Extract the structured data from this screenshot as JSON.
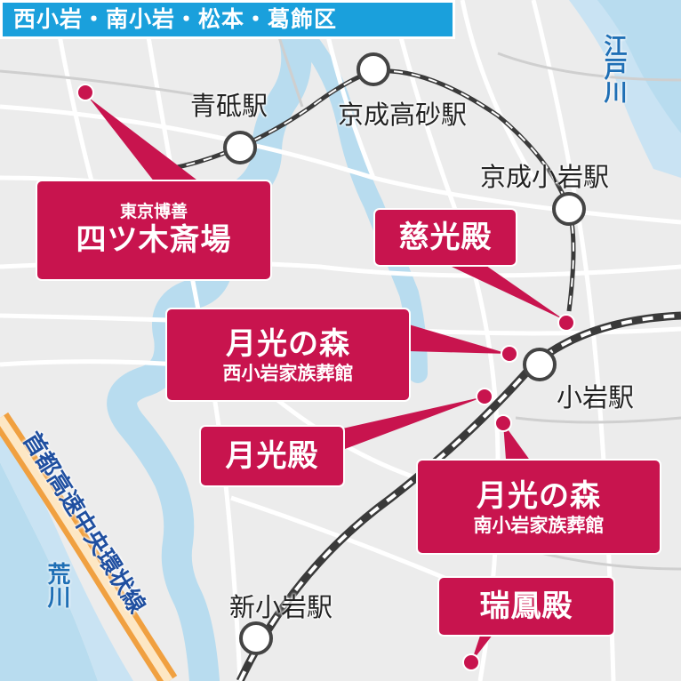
{
  "title": "西小岩・南小岩・松本・葛飾区",
  "stations": {
    "aoto": "青砥駅",
    "keisei_takasago": "京成高砂駅",
    "keisei_koiwa": "京成小岩駅",
    "koiwa": "小岩駅",
    "shinkoiwa": "新小岩駅"
  },
  "facilities": {
    "yotsugi": {
      "small": "東京博善",
      "big": "四ツ木斎場"
    },
    "jikoden": {
      "big": "慈光殿"
    },
    "gekko_nishi": {
      "big": "月光の森",
      "sub": "西小岩家族葬館"
    },
    "gekkoden": {
      "big": "月光殿"
    },
    "gekko_minami": {
      "big": "月光の森",
      "sub": "南小岩家族葬館"
    },
    "zuihoden": {
      "big": "瑞鳳殿"
    }
  },
  "rivers": {
    "edogawa": "江戸川",
    "arakawa": "荒川"
  },
  "highway": "首都高速中央環状線",
  "colors": {
    "accent": "#c8144e",
    "title_bg": "#1aa0dc",
    "river": "#b8dcef",
    "highway": "#f0a040"
  }
}
